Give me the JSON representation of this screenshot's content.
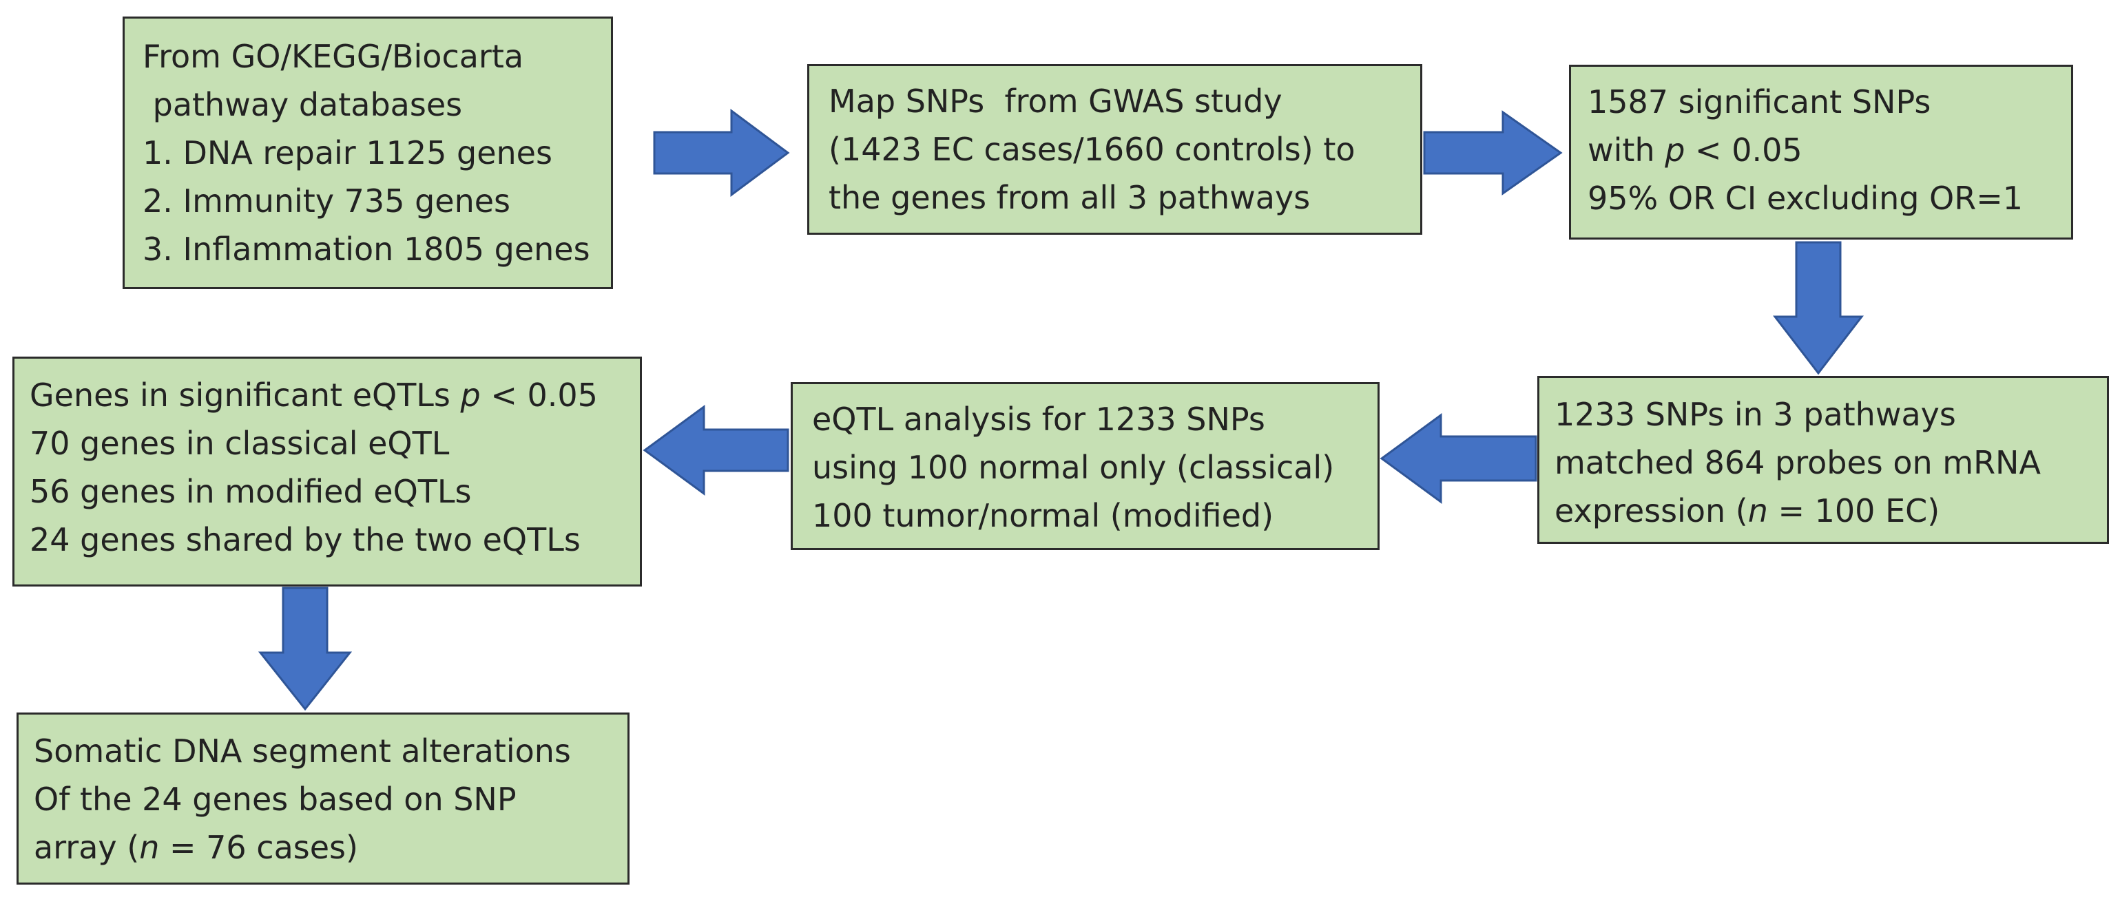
{
  "boxes": {
    "databases": {
      "lines": [
        "From GO/KEGG/Biocarta",
        " pathway databases",
        "1. DNA repair 1125 genes",
        "2. Immunity 735 genes",
        "3. Inflammation 1805 genes"
      ]
    },
    "map_snps": {
      "lines": [
        "Map SNPs  from GWAS study",
        "(1423 EC cases/1660 controls) to",
        "the genes from all 3 pathways"
      ]
    },
    "significant_snps": {
      "line1": "1587 significant SNPs",
      "line2_prefix": "with ",
      "line2_italic": "p",
      "line2_suffix": " < 0.05",
      "line3": "95% OR CI excluding OR=1"
    },
    "matched_probes": {
      "line1": "1233 SNPs in 3 pathways",
      "line2": "matched 864 probes on mRNA",
      "line3_prefix": "expression (",
      "line3_italic": "n",
      "line3_suffix": " = 100 EC)"
    },
    "eqtl_analysis": {
      "lines": [
        "eQTL analysis for 1233 SNPs",
        "using 100 normal only (classical)",
        "100 tumor/normal (modified)"
      ]
    },
    "genes_eqtl": {
      "line1_prefix": "Genes in significant eQTLs ",
      "line1_italic": "p",
      "line1_suffix": " < 0.05",
      "line2": "70 genes in classical eQTL",
      "line3": "56 genes in modified eQTLs",
      "line4": "24 genes shared by the two eQTLs"
    },
    "somatic": {
      "line1": "Somatic DNA segment alterations",
      "line2": "Of the 24 genes based on SNP",
      "line3_prefix": "array (",
      "line3_italic": "n",
      "line3_suffix": " = 76 cases)"
    }
  },
  "colors": {
    "box_fill": "#c6e0b4",
    "box_border": "#2b2b2b",
    "arrow_fill": "#4472c4",
    "arrow_stroke": "#2f5597"
  }
}
